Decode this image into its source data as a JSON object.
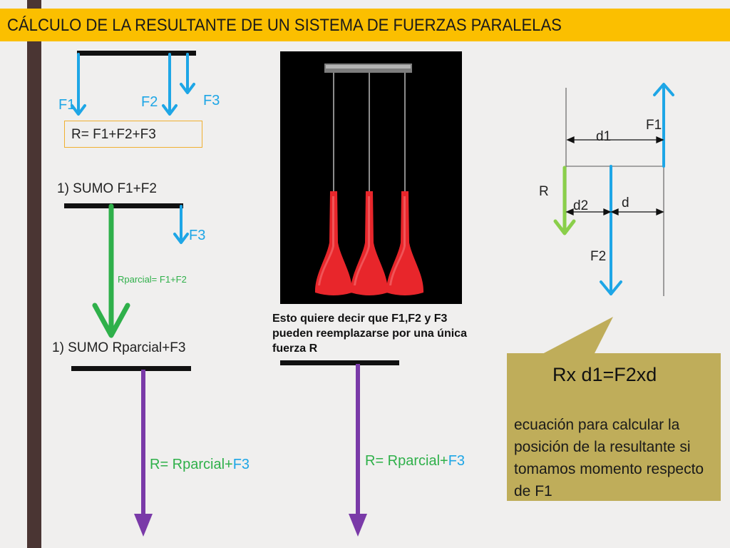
{
  "title": "CÁLCULO DE LA RESULTANTE DE UN SISTEMA DE FUERZAS PARALELAS",
  "colors": {
    "blue": "#1ea6e6",
    "green": "#2fb04a",
    "purple": "#7a3aa8",
    "lime": "#8acf4a",
    "gold": "#bfad5a",
    "yellow": "#fbbf00"
  },
  "diagram1": {
    "f1": "F1",
    "f2": "F2",
    "f3": "F3",
    "formula": "R= F1+F2+F3"
  },
  "diagram2": {
    "step": "1) SUMO F1+F2",
    "f3": "F3",
    "partial": "Rparcial= F1+F2"
  },
  "diagram3": {
    "step": "1) SUMO Rparcial+F3",
    "r_prefix": "R= Rparcial+",
    "r_suffix": "F3"
  },
  "lamp": {
    "note": "Esto quiere decir que F1,F2 y F3 pueden reemplazarse por una única fuerza R",
    "r_prefix": "R= Rparcial+",
    "r_suffix": "F3"
  },
  "moments": {
    "f1": "F1",
    "d1": "d1",
    "r": "R",
    "d2": "d2",
    "d": "d",
    "f2": "F2"
  },
  "callout": {
    "equation": "Rx d1=F2xd",
    "text": "ecuación para calcular la posición de la resultante si tomamos momento respecto de F1"
  }
}
